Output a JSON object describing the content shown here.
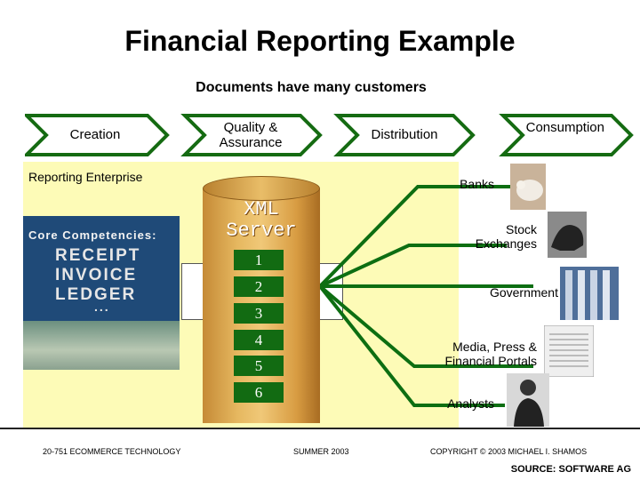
{
  "title": "Financial Reporting Example",
  "subtitle": "Documents have many customers",
  "process_steps": [
    {
      "label": "Creation"
    },
    {
      "label": "Quality & Assurance"
    },
    {
      "label": "Distribution"
    },
    {
      "label": "Consumption"
    }
  ],
  "enterprise_label": "Reporting Enterprise",
  "core_competencies": {
    "header": "Core Competencies:",
    "items": [
      "RECEIPT",
      "INVOICE",
      "LEDGER",
      "..."
    ]
  },
  "server": {
    "label_line1": "XML",
    "label_line2": "Server",
    "tiers": [
      "1",
      "2",
      "3",
      "4",
      "5",
      "6"
    ]
  },
  "customers": [
    {
      "label": "Banks",
      "icon": "piggy-bank-photo"
    },
    {
      "label": "Stock Exchanges",
      "icon": "bull-statue-photo"
    },
    {
      "label": "Government",
      "icon": "columns-photo"
    },
    {
      "label": "Media, Press & Financial Portals",
      "icon": "newspaper-photo"
    },
    {
      "label": "Analysts",
      "icon": "analyst-photo"
    }
  ],
  "footer": {
    "left": "20-751 ECOMMERCE TECHNOLOGY",
    "center": "SUMMER 2003",
    "right": "COPYRIGHT © 2003 MICHAEL I. SHAMOS",
    "source": "SOURCE: SOFTWARE AG"
  },
  "colors": {
    "chevron": "#156b12",
    "chevron_fill": "#ffffff",
    "panel": "#fdfbb7",
    "tier": "#126b12",
    "connector": "#0d6e12",
    "server": "#e6b860"
  }
}
